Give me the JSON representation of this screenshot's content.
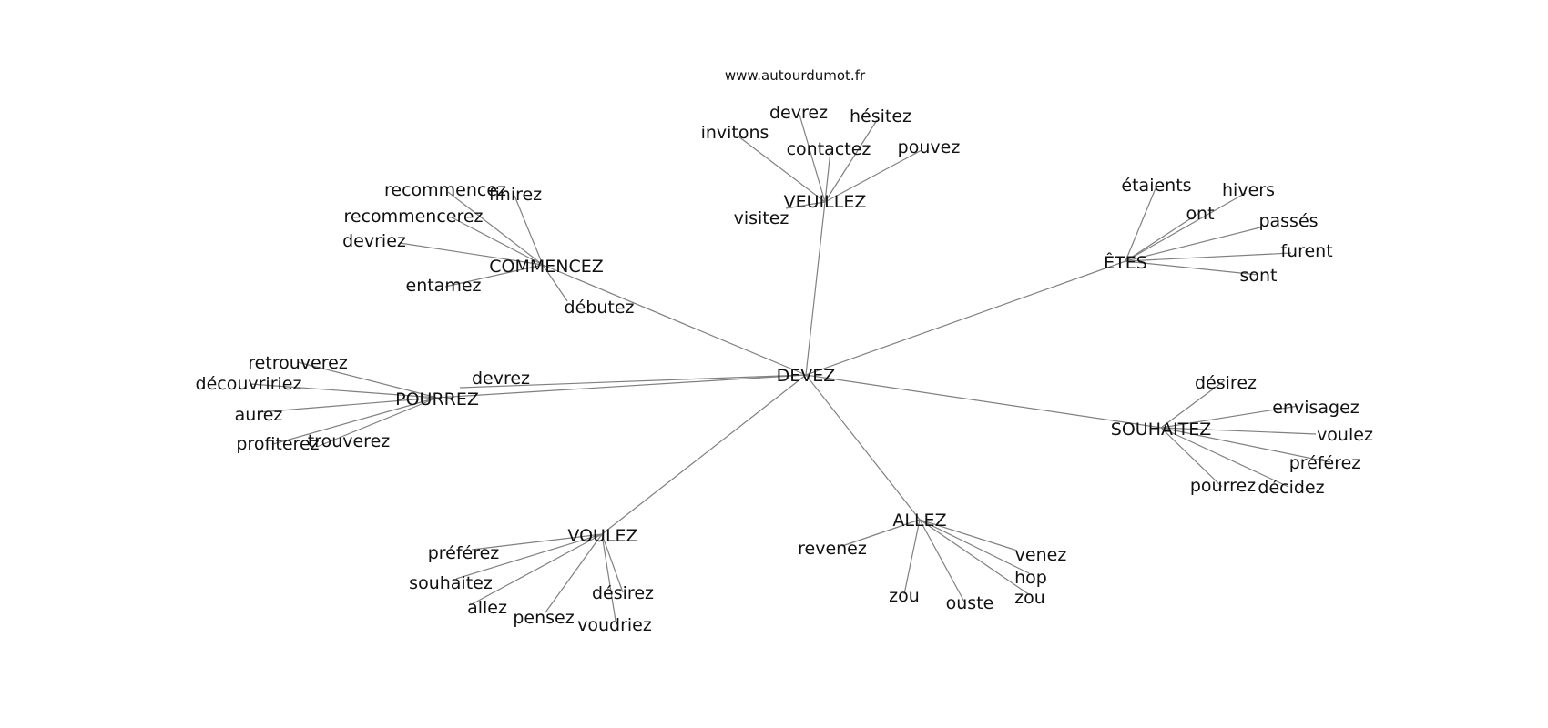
{
  "source": "www.autourdumot.fr",
  "center": "DEVEZ",
  "direct_words": [
    "devrez"
  ],
  "hubs": [
    {
      "id": "veuillez",
      "label": "VEUILLEZ",
      "words": [
        "devrez",
        "hésitez",
        "invitons",
        "contactez",
        "pouvez",
        "visitez"
      ]
    },
    {
      "id": "commencez",
      "label": "COMMENCEZ",
      "words": [
        "recommencez",
        "finirez",
        "recommencerez",
        "devriez",
        "entamez",
        "débutez"
      ]
    },
    {
      "id": "etes",
      "label": "ÊTES",
      "words": [
        "étaients",
        "hivers",
        "ont",
        "passés",
        "furent",
        "sont"
      ]
    },
    {
      "id": "pourrez",
      "label": "POURREZ",
      "words": [
        "retrouverez",
        "découvririez",
        "aurez",
        "profiterez",
        "trouverez"
      ]
    },
    {
      "id": "souhaitez",
      "label": "SOUHAITEZ",
      "words": [
        "désirez",
        "envisagez",
        "voulez",
        "préférez",
        "pourrez",
        "décidez"
      ]
    },
    {
      "id": "voulez",
      "label": "VOULEZ",
      "words": [
        "préférez",
        "souhaitez",
        "allez",
        "pensez",
        "désirez",
        "voudriez"
      ]
    },
    {
      "id": "allez",
      "label": "ALLEZ",
      "words": [
        "revenez",
        "venez",
        "hop",
        "zou",
        "zou",
        "ouste"
      ]
    }
  ]
}
